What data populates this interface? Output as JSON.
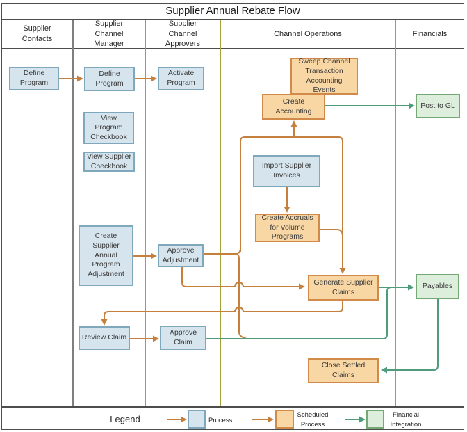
{
  "title": "Supplier Annual Rebate Flow",
  "lanes": [
    {
      "label": "Supplier Contacts"
    },
    {
      "label": "Supplier Channel Manager"
    },
    {
      "label": "Supplier Channel Approvers"
    },
    {
      "label": "Channel Operations"
    },
    {
      "label": "Financials"
    }
  ],
  "nodes": {
    "define_program_contacts": {
      "label": "Define Program",
      "type": "process"
    },
    "define_program_manager": {
      "label": "Define Program",
      "type": "process"
    },
    "activate_program": {
      "label": "Activate Program",
      "type": "process"
    },
    "view_program_checkbook": {
      "label": "View Program Checkbook",
      "type": "process"
    },
    "view_supplier_checkbook": {
      "label": "View Supplier Checkbook",
      "type": "process"
    },
    "sweep_channel_events": {
      "label": "Sweep Channel Transaction Accounting Events",
      "type": "scheduled"
    },
    "create_accounting": {
      "label": "Create Accounting",
      "type": "scheduled"
    },
    "post_to_gl": {
      "label": "Post to GL",
      "type": "integration"
    },
    "import_supplier_invoices": {
      "label": "Import Supplier Invoices",
      "type": "process"
    },
    "create_accruals": {
      "label": "Create Accruals for Volume Programs",
      "type": "scheduled"
    },
    "create_supplier_adjustment": {
      "label": "Create Supplier Annual Program Adjustment",
      "type": "process"
    },
    "approve_adjustment": {
      "label": "Approve Adjustment",
      "type": "process"
    },
    "generate_supplier_claims": {
      "label": "Generate Supplier Claims",
      "type": "scheduled"
    },
    "payables": {
      "label": "Payables",
      "type": "integration"
    },
    "review_claim": {
      "label": "Review Claim",
      "type": "process"
    },
    "approve_claim": {
      "label": "Approve Claim",
      "type": "process"
    },
    "close_settled_claims": {
      "label": "Close Settled Claims",
      "type": "scheduled"
    }
  },
  "legend": {
    "title": "Legend",
    "items": [
      {
        "label": "Process",
        "type": "process"
      },
      {
        "label": "Scheduled Process",
        "type": "scheduled"
      },
      {
        "label": "Financial Integration",
        "type": "integration"
      }
    ]
  },
  "colors": {
    "process_fill": "#d6e4ed",
    "process_border": "#7fa8bc",
    "scheduled_fill": "#f8d7a5",
    "scheduled_border": "#d18a4a",
    "integration_fill": "#ddeedd",
    "integration_border": "#74a874",
    "flow_orange": "#c5803e",
    "flow_green": "#4f9c7c",
    "lane_olive": "#a2a238",
    "lane_gray": "#7f7f7f",
    "frame": "#4d4d4d",
    "text": "#333333"
  }
}
